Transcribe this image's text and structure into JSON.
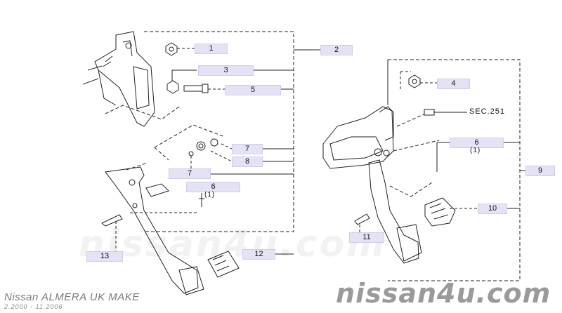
{
  "callouts": {
    "c1": "1",
    "c2": "2",
    "c3": "3",
    "c4": "4",
    "c5": "5",
    "c6a": "6",
    "c6a_qty": "(1)",
    "c6b": "6",
    "c6b_qty": "(1)",
    "c7a": "7",
    "c7b": "7",
    "c8": "8",
    "c9": "9",
    "c10": "10",
    "c11": "11",
    "c12": "12",
    "c13": "13"
  },
  "sec_label": "SEC.251",
  "footer": {
    "title": "Nissan ALMERA UK MAKE",
    "date": "2.2000 - 11.2006",
    "brand": "nissan4u.com"
  },
  "watermark": "nissan4u.com",
  "colors": {
    "callout_bg": "#e4e3f6",
    "line": "#222222"
  }
}
